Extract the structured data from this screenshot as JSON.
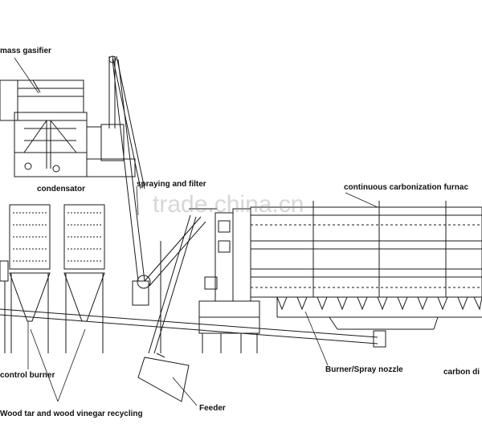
{
  "labels": {
    "biomass_gasifier": "mass gasifier",
    "condensator": "condensator",
    "spraying_filter": "spraying and filter",
    "carbonization_furnace": "continuous carbonization furnac",
    "control_burner": "control burner",
    "burner_spray_nozzle": "Burner/Spray nozzle",
    "carbon_discharge": "carbon di",
    "wood_tar_recycling": "Wood tar and wood vinegar recycling",
    "feeder": "Feeder"
  },
  "watermark": "trade.china.cn",
  "colors": {
    "line": "#1a1a1a",
    "background": "#ffffff"
  }
}
